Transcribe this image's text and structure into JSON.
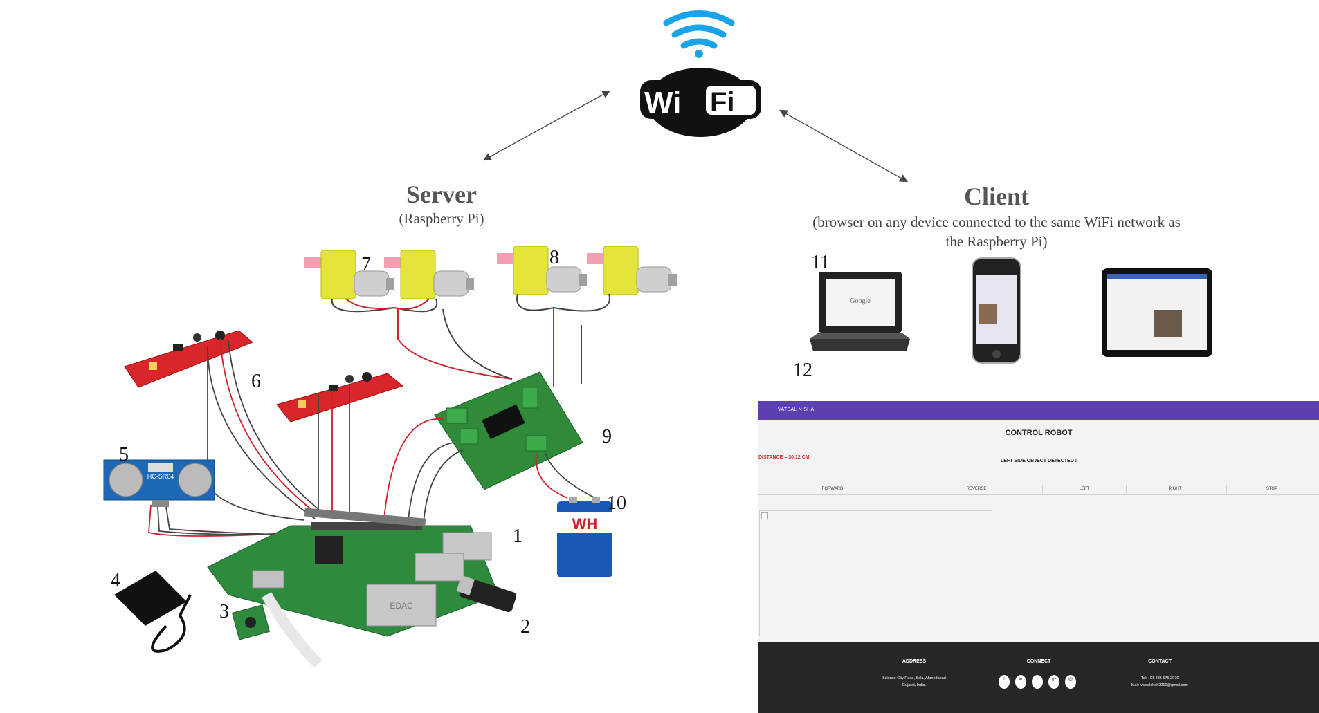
{
  "server": {
    "title": "Server",
    "subtitle": "(Raspberry Pi)"
  },
  "client": {
    "title": "Client",
    "subtitle_line1": "(browser on any device connected to the same WiFi network as",
    "subtitle_line2": "the  Raspberry Pi)"
  },
  "wifi_logo": {
    "text_wi": "Wi",
    "text_fi": "Fi"
  },
  "component_numbers": [
    "1",
    "2",
    "3",
    "4",
    "5",
    "6",
    "7",
    "8",
    "9",
    "10",
    "11",
    "12"
  ],
  "device_screen": {
    "laptop_text": "Google"
  },
  "battery_label": "WH",
  "ethernet_label": "EDAC",
  "sensor_label": "HC-SR04",
  "webapp": {
    "brand": "VATSAL N SHAH",
    "heading": "CONTROL ROBOT",
    "distance": "DISTANCE = 30.12 CM",
    "detected": "LEFT SIDE OBJECT DETECTED !",
    "buttons": [
      "FORWARD",
      "REVERSE",
      "LEFT",
      "RIGHT",
      "STOP"
    ],
    "footer": {
      "address_title": "ADDRESS",
      "address_line1": "Science City Road, Sola, Ahmedabad",
      "address_line2": "Gujarat, India.",
      "connect_title": "CONNECT",
      "social_icons": [
        "f",
        "in",
        "t",
        "g+",
        "@"
      ],
      "contact_title": "CONTACT",
      "phone": "Tel: +91 886 675 2076",
      "mail": "Mail: vatsalshah2210@gmail.com"
    }
  },
  "colors": {
    "wifi_blue": "#1aa3e8",
    "app_bar": "#5c3fb0",
    "wire_red": "#d0202a",
    "board_green": "#2f8a3a",
    "motor_yellow": "#e8e83a",
    "sensor_red": "#d8262a"
  }
}
